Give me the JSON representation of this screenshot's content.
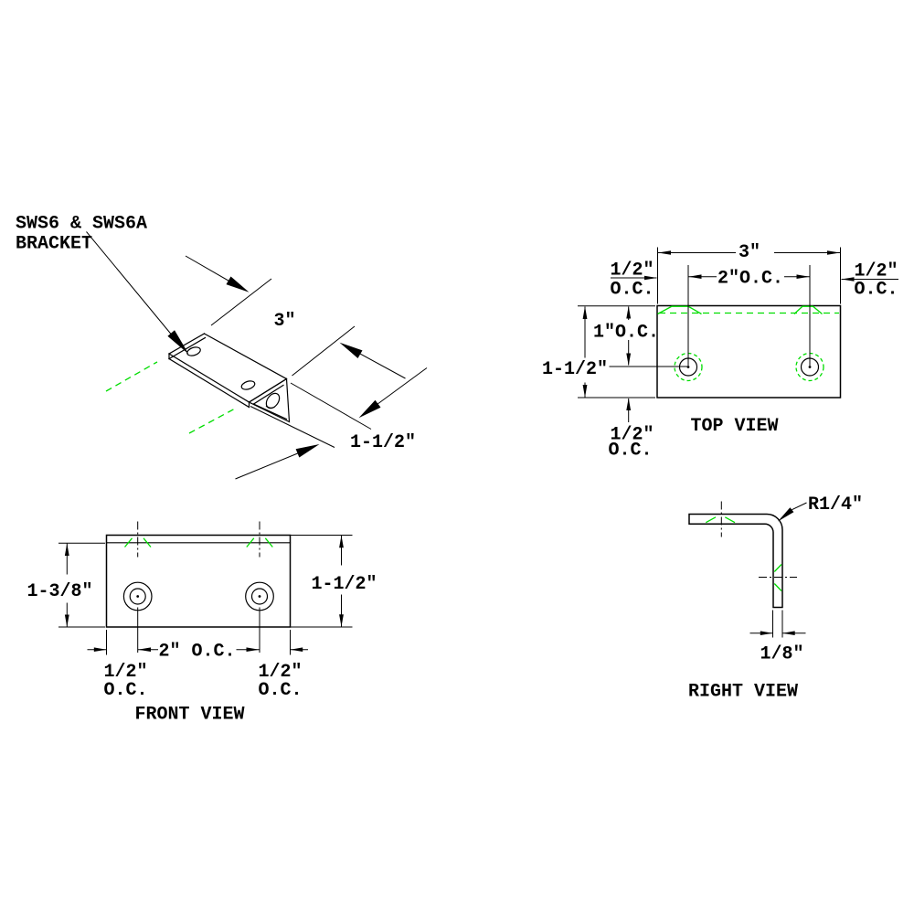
{
  "part_label": {
    "line1": "SWS6 & SWS6A",
    "line2": "BRACKET"
  },
  "isometric_view": {
    "dim_length": "3\"",
    "dim_width": "1-1/2\""
  },
  "top_view": {
    "title": "TOP VIEW",
    "dim_overall_width": "3\"",
    "dim_hole_spacing": "2\"O.C.",
    "dim_left_edge_offset_line1": "1/2\"",
    "dim_left_edge_offset_line2": "O.C.",
    "dim_right_edge_offset_line1": "1/2\"",
    "dim_right_edge_offset_line2": "O.C.",
    "dim_hole_from_front": "1\"O.C.",
    "dim_overall_depth": "1-1/2\"",
    "dim_back_offset_line1": "1/2\"",
    "dim_back_offset_line2": "O.C."
  },
  "front_view": {
    "title": "FRONT VIEW",
    "dim_height_below_bend": "1-3/8\"",
    "dim_overall_height": "1-1/2\"",
    "dim_hole_spacing": "2\" O.C.",
    "dim_left_edge_offset_line1": "1/2\"",
    "dim_left_edge_offset_line2": "O.C.",
    "dim_right_edge_offset_line1": "1/2\"",
    "dim_right_edge_offset_line2": "O.C."
  },
  "right_view": {
    "title": "RIGHT VIEW",
    "dim_bend_radius": "R1/4\"",
    "dim_material_thickness": "1/8\""
  },
  "colors": {
    "line": "#000000",
    "highlight": "#00dd00",
    "background": "#ffffff"
  }
}
